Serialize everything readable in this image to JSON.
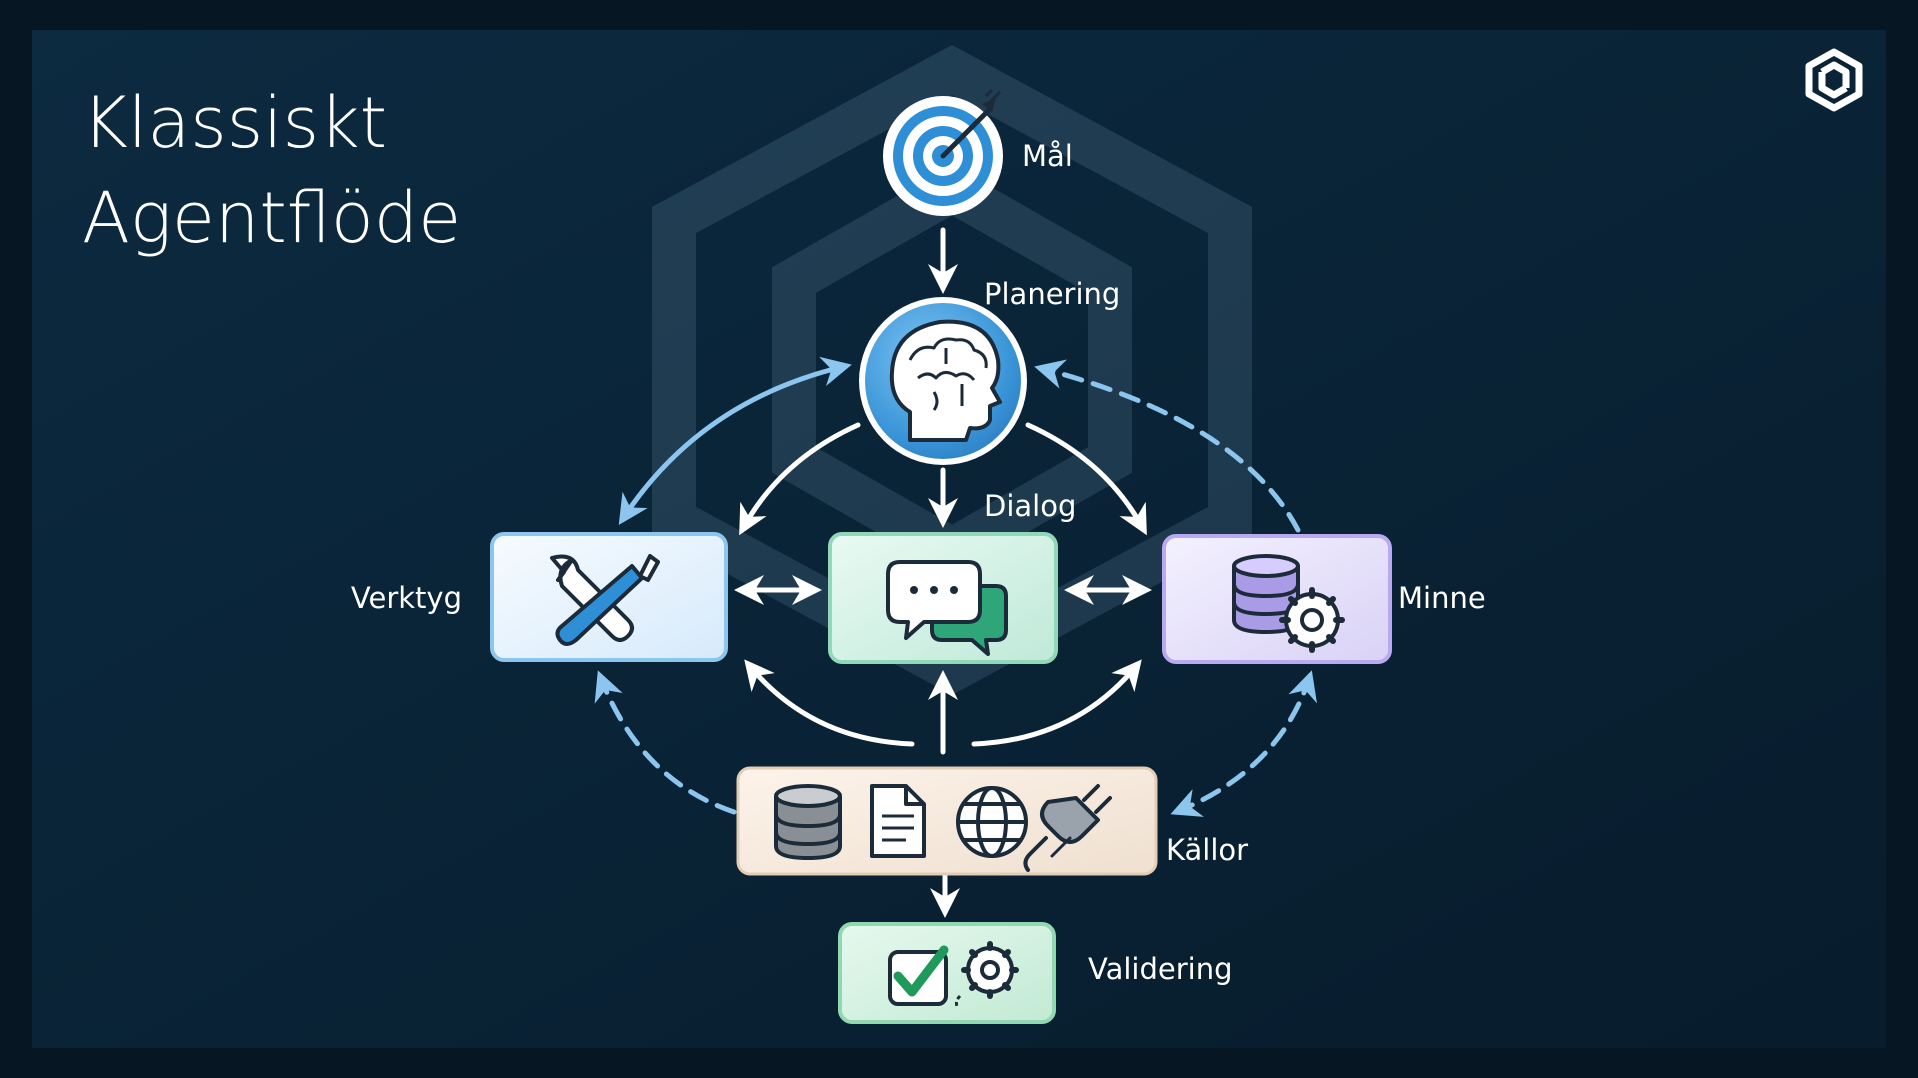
{
  "slide": {
    "title_line1": "Klassiskt",
    "title_line2": "Agentflöde",
    "logo_icon": "hexagon-logo-icon"
  },
  "nodes": {
    "goal": {
      "label": "Mål",
      "icon": "target-icon"
    },
    "planning": {
      "label": "Planering",
      "icon": "brain-head-icon"
    },
    "dialog": {
      "label": "Dialog",
      "icon": "chat-bubbles-icon"
    },
    "tools": {
      "label": "Verktyg",
      "icon": "wrench-screwdriver-icon"
    },
    "memory": {
      "label": "Minne",
      "icon": "database-gear-icon"
    },
    "sources": {
      "label": "Källor",
      "icons": [
        "database-icon",
        "document-icon",
        "globe-icon",
        "plug-icon"
      ]
    },
    "validation": {
      "label": "Validering",
      "icon": "checkbox-gear-icon"
    }
  },
  "colors": {
    "background": "#061623",
    "panel": "#0b2539",
    "accent_blue": "#2f8fd6",
    "arrow_light_blue": "#8cc5ee",
    "arrow_white": "#ffffff"
  }
}
